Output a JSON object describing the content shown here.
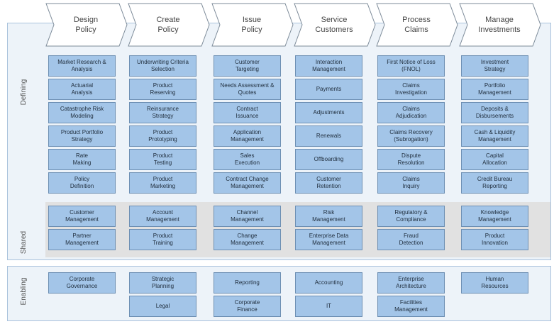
{
  "stages": [
    {
      "line1": "Design",
      "line2": "Policy"
    },
    {
      "line1": "Create",
      "line2": "Policy"
    },
    {
      "line1": "Issue",
      "line2": "Policy"
    },
    {
      "line1": "Service",
      "line2": "Customers"
    },
    {
      "line1": "Process",
      "line2": "Claims"
    },
    {
      "line1": "Manage",
      "line2": "Investments"
    }
  ],
  "bands": {
    "defining": "Defining",
    "shared": "Shared",
    "enabling": "Enabling"
  },
  "colors": {
    "box_fill": "#a3c5e8",
    "box_border": "#6d8fb3",
    "band_bg": "#edf3f9",
    "shared_bg": "#e1e1e1"
  },
  "defining": [
    [
      [
        "Market Research &",
        "Analysis"
      ],
      [
        "Actuarial",
        "Analysis"
      ],
      [
        "Catastrophe Risk",
        "Modeling"
      ],
      [
        "Product Portfolio",
        "Strategy"
      ],
      [
        "Rate",
        "Making"
      ],
      [
        "Policy",
        "Definition"
      ]
    ],
    [
      [
        "Underwriting Criteria",
        "Selection"
      ],
      [
        "Product",
        "Reserving"
      ],
      [
        "Reinsurance",
        "Strategy"
      ],
      [
        "Product",
        "Prototyping"
      ],
      [
        "Product",
        "Testing"
      ],
      [
        "Product",
        "Marketing"
      ]
    ],
    [
      [
        "Customer",
        "Targeting"
      ],
      [
        "Needs Assessment &",
        "Quotes"
      ],
      [
        "Contract",
        "Issuance"
      ],
      [
        "Application",
        "Management"
      ],
      [
        "Sales",
        "Execution"
      ],
      [
        "Contract Change",
        "Management"
      ]
    ],
    [
      [
        "Interaction",
        "Management"
      ],
      [
        "Payments",
        ""
      ],
      [
        "Adjustments",
        ""
      ],
      [
        "Renewals",
        ""
      ],
      [
        "Offboarding",
        ""
      ],
      [
        "Customer",
        "Retention"
      ]
    ],
    [
      [
        "First Notice of Loss",
        "(FNOL)"
      ],
      [
        "Claims",
        "Investigation"
      ],
      [
        "Claims",
        "Adjudication"
      ],
      [
        "Claims Recovery",
        "(Subrogation)"
      ],
      [
        "Dispute",
        "Resolution"
      ],
      [
        "Claims",
        "Inquiry"
      ]
    ],
    [
      [
        "Investment",
        "Strategy"
      ],
      [
        "Portfolio",
        "Management"
      ],
      [
        "Deposits &",
        "Disbursements"
      ],
      [
        "Cash & Liquidity",
        "Management"
      ],
      [
        "Capital",
        "Allocation"
      ],
      [
        "Credit Bureau",
        "Reporting"
      ]
    ]
  ],
  "shared": [
    [
      [
        "Customer",
        "Management"
      ],
      [
        "Partner",
        "Management"
      ]
    ],
    [
      [
        "Account",
        "Management"
      ],
      [
        "Product",
        "Training"
      ]
    ],
    [
      [
        "Channel",
        "Management"
      ],
      [
        "Change",
        "Management"
      ]
    ],
    [
      [
        "Risk",
        "Management"
      ],
      [
        "Enterprise Data",
        "Management"
      ]
    ],
    [
      [
        "Regulatory &",
        "Compliance"
      ],
      [
        "Fraud",
        "Detection"
      ]
    ],
    [
      [
        "Knowledge",
        "Management"
      ],
      [
        "Product",
        "Innovation"
      ]
    ]
  ],
  "enabling": [
    [
      [
        "Corporate",
        "Governance"
      ]
    ],
    [
      [
        "Strategic",
        "Planning"
      ],
      [
        "Legal",
        ""
      ]
    ],
    [
      [
        "Reporting",
        ""
      ],
      [
        "Corporate",
        "Finance"
      ]
    ],
    [
      [
        "Accounting",
        ""
      ],
      [
        "IT",
        ""
      ]
    ],
    [
      [
        "Enterprise",
        "Architecture"
      ],
      [
        "Facilities",
        "Management"
      ]
    ],
    [
      [
        "Human",
        "Resources"
      ]
    ]
  ]
}
